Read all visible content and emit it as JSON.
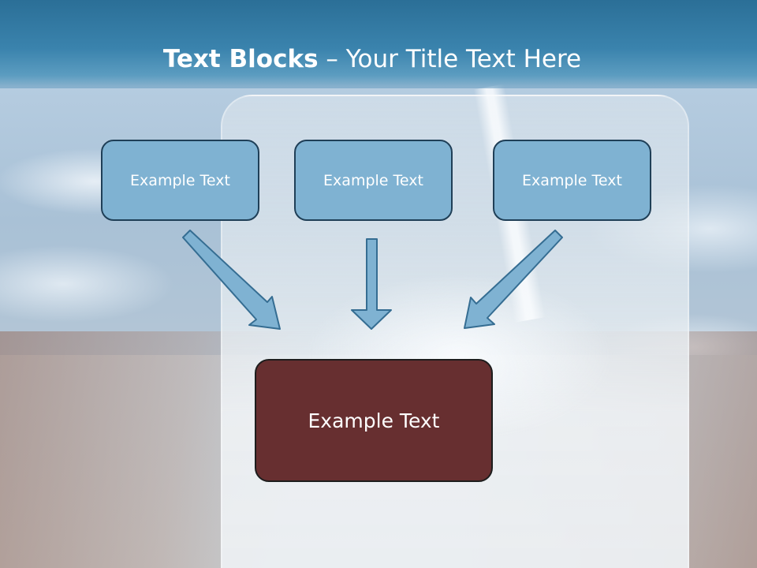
{
  "slide": {
    "title_bold": "Text Blocks",
    "title_rest": " – Your Title Text Here",
    "blocks": [
      {
        "label": "Example Text"
      },
      {
        "label": "Example Text"
      },
      {
        "label": "Example Text"
      }
    ],
    "main_block": {
      "label": "Example Text"
    }
  },
  "colors": {
    "title_bar": "#2b6f97",
    "block_fill": "#7fb2d2",
    "main_block_fill": "#672f30",
    "arrow_fill": "#7fb2d2"
  },
  "icons": {
    "arrows": [
      "arrow-down-right-icon",
      "arrow-down-icon",
      "arrow-down-left-icon"
    ]
  }
}
